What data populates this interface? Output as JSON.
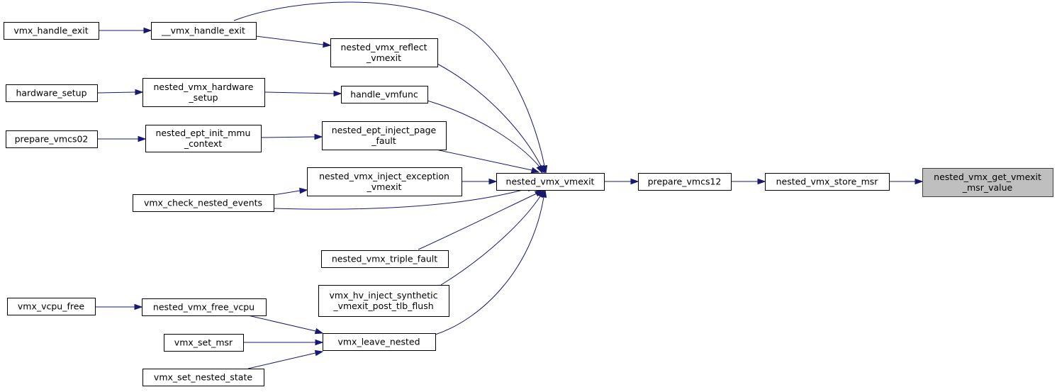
{
  "colors": {
    "edge": "#191970",
    "highlight_fill": "#bfbfbf",
    "highlight_stroke": "#404040",
    "node_stroke": "#000000"
  },
  "nodes": [
    {
      "id": "vmx_handle_exit",
      "lines": [
        "vmx_handle_exit"
      ]
    },
    {
      "id": "__vmx_handle_exit",
      "lines": [
        "__vmx_handle_exit"
      ]
    },
    {
      "id": "nested_vmx_reflect_vmexit",
      "lines": [
        "nested_vmx_reflect",
        "_vmexit"
      ]
    },
    {
      "id": "hardware_setup",
      "lines": [
        "hardware_setup"
      ]
    },
    {
      "id": "nested_vmx_hardware_setup",
      "lines": [
        "nested_vmx_hardware",
        "_setup"
      ]
    },
    {
      "id": "handle_vmfunc",
      "lines": [
        "handle_vmfunc"
      ]
    },
    {
      "id": "prepare_vmcs02",
      "lines": [
        "prepare_vmcs02"
      ]
    },
    {
      "id": "nested_ept_init_mmu_context",
      "lines": [
        "nested_ept_init_mmu",
        "_context"
      ]
    },
    {
      "id": "nested_ept_inject_page_fault",
      "lines": [
        "nested_ept_inject_page",
        "_fault"
      ]
    },
    {
      "id": "nested_vmx_inject_exception_vmexit",
      "lines": [
        "nested_vmx_inject_exception",
        "_vmexit"
      ]
    },
    {
      "id": "vmx_check_nested_events",
      "lines": [
        "vmx_check_nested_events"
      ]
    },
    {
      "id": "nested_vmx_vmexit",
      "lines": [
        "nested_vmx_vmexit"
      ]
    },
    {
      "id": "prepare_vmcs12",
      "lines": [
        "prepare_vmcs12"
      ]
    },
    {
      "id": "nested_vmx_store_msr",
      "lines": [
        "nested_vmx_store_msr"
      ]
    },
    {
      "id": "nested_vmx_get_vmexit_msr_value",
      "lines": [
        "nested_vmx_get_vmexit",
        "_msr_value"
      ],
      "highlight": true
    },
    {
      "id": "nested_vmx_triple_fault",
      "lines": [
        "nested_vmx_triple_fault"
      ]
    },
    {
      "id": "vmx_hv_inject_synthetic_vmexit_post_tlb_flush",
      "lines": [
        "vmx_hv_inject_synthetic",
        "_vmexit_post_tlb_flush"
      ]
    },
    {
      "id": "vmx_vcpu_free",
      "lines": [
        "vmx_vcpu_free"
      ]
    },
    {
      "id": "nested_vmx_free_vcpu",
      "lines": [
        "nested_vmx_free_vcpu"
      ]
    },
    {
      "id": "vmx_set_msr",
      "lines": [
        "vmx_set_msr"
      ]
    },
    {
      "id": "vmx_leave_nested",
      "lines": [
        "vmx_leave_nested"
      ]
    },
    {
      "id": "vmx_set_nested_state",
      "lines": [
        "vmx_set_nested_state"
      ]
    }
  ],
  "edges": [
    {
      "from": "vmx_handle_exit",
      "to": "__vmx_handle_exit"
    },
    {
      "from": "__vmx_handle_exit",
      "to": "nested_vmx_vmexit"
    },
    {
      "from": "__vmx_handle_exit",
      "to": "nested_vmx_reflect_vmexit"
    },
    {
      "from": "nested_vmx_reflect_vmexit",
      "to": "nested_vmx_vmexit"
    },
    {
      "from": "hardware_setup",
      "to": "nested_vmx_hardware_setup"
    },
    {
      "from": "nested_vmx_hardware_setup",
      "to": "handle_vmfunc"
    },
    {
      "from": "handle_vmfunc",
      "to": "nested_vmx_vmexit"
    },
    {
      "from": "prepare_vmcs02",
      "to": "nested_ept_init_mmu_context"
    },
    {
      "from": "nested_ept_init_mmu_context",
      "to": "nested_ept_inject_page_fault"
    },
    {
      "from": "nested_ept_inject_page_fault",
      "to": "nested_vmx_vmexit"
    },
    {
      "from": "nested_vmx_inject_exception_vmexit",
      "to": "nested_vmx_vmexit"
    },
    {
      "from": "vmx_check_nested_events",
      "to": "nested_vmx_inject_exception_vmexit"
    },
    {
      "from": "vmx_check_nested_events",
      "to": "nested_vmx_vmexit"
    },
    {
      "from": "nested_vmx_triple_fault",
      "to": "nested_vmx_vmexit"
    },
    {
      "from": "vmx_hv_inject_synthetic_vmexit_post_tlb_flush",
      "to": "nested_vmx_vmexit"
    },
    {
      "from": "vmx_leave_nested",
      "to": "nested_vmx_vmexit"
    },
    {
      "from": "vmx_vcpu_free",
      "to": "nested_vmx_free_vcpu"
    },
    {
      "from": "nested_vmx_free_vcpu",
      "to": "vmx_leave_nested"
    },
    {
      "from": "vmx_set_msr",
      "to": "vmx_leave_nested"
    },
    {
      "from": "vmx_set_nested_state",
      "to": "vmx_leave_nested"
    },
    {
      "from": "nested_vmx_vmexit",
      "to": "prepare_vmcs12"
    },
    {
      "from": "prepare_vmcs12",
      "to": "nested_vmx_store_msr"
    },
    {
      "from": "nested_vmx_store_msr",
      "to": "nested_vmx_get_vmexit_msr_value"
    }
  ]
}
